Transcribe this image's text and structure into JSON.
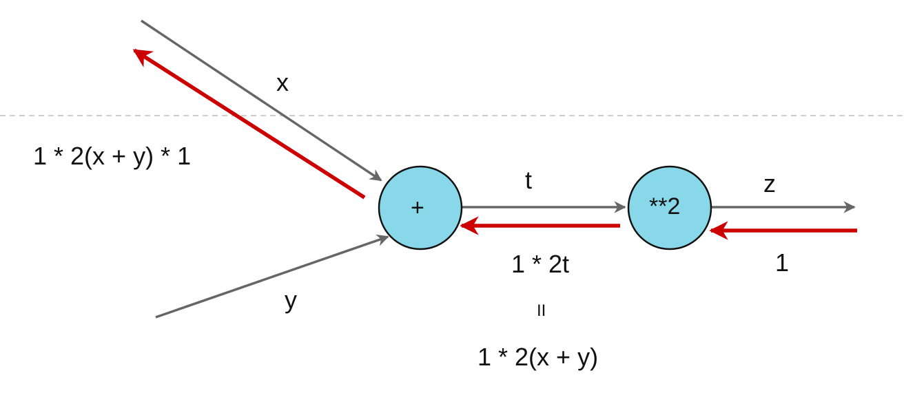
{
  "diagram": {
    "colors": {
      "forward_arrow": "#666666",
      "backward_arrow": "#cc0000",
      "node_fill": "#89d8ea",
      "node_stroke": "#111111",
      "divider": "#bbbbbb"
    },
    "nodes": [
      {
        "id": "plus",
        "label": "+"
      },
      {
        "id": "square",
        "label": "**2"
      }
    ],
    "edge_labels": {
      "x": "x",
      "y": "y",
      "t": "t",
      "z": "z"
    },
    "gradient_labels": {
      "x_grad": "1 * 2(x + y) * 1",
      "t_grad": "1 * 2t",
      "equals": "II",
      "t_grad_expanded": "1 * 2(x + y)",
      "z_grad": "1"
    }
  }
}
